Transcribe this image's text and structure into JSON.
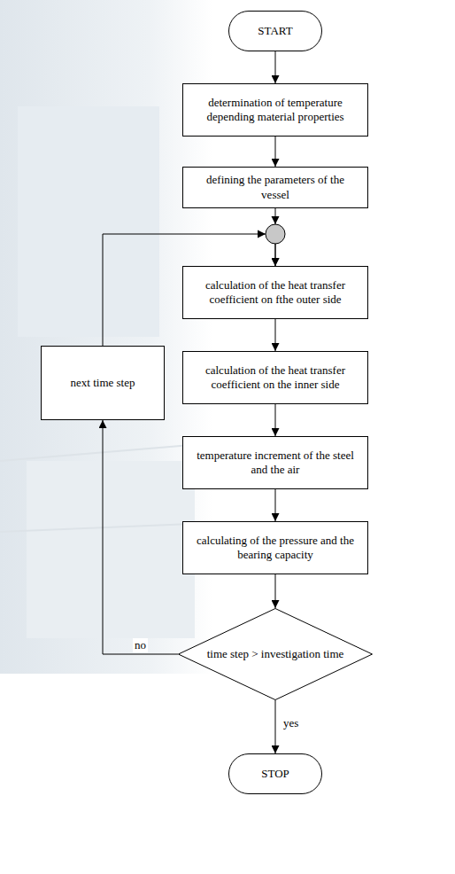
{
  "diagram": {
    "nodes": [
      {
        "text": [
          "START"
        ]
      },
      {
        "text": [
          "determination of temperature depending material properties"
        ]
      },
      {
        "text": [
          "defining the parameters of the vessel"
        ]
      },
      {
        "text": [
          "calculation of the heat transfer coefficient on fthe outer side"
        ]
      },
      {
        "text": [
          "calculation of the heat transfer coefficient on the inner side"
        ]
      },
      {
        "text": [
          "temperature increment of the steel and the air"
        ]
      },
      {
        "text": [
          "calculating of the pressure and the bearing capacity"
        ]
      },
      {
        "text": [
          "time step > investigation time"
        ]
      },
      {
        "text": [
          "next time step"
        ]
      },
      {
        "text": [
          "STOP"
        ]
      }
    ],
    "edges": [
      {
        "from": 0,
        "to": 1,
        "arrow": "to"
      },
      {
        "from": 1,
        "to": 2,
        "arrow": "to"
      },
      {
        "from": 2,
        "to": 3,
        "arrow": "to"
      },
      {
        "from": 3,
        "to": 4,
        "arrow": "to"
      },
      {
        "from": 4,
        "to": 5,
        "arrow": "to"
      },
      {
        "from": 5,
        "to": 6,
        "arrow": "to"
      },
      {
        "from": 6,
        "to": 7,
        "arrow": "to"
      },
      {
        "from": 7,
        "to": 8,
        "label": "no",
        "arrow": "to"
      },
      {
        "from": 8,
        "to": 3,
        "arrow": "to"
      },
      {
        "from": 7,
        "to": 9,
        "label": "yes",
        "arrow": "to"
      }
    ]
  }
}
